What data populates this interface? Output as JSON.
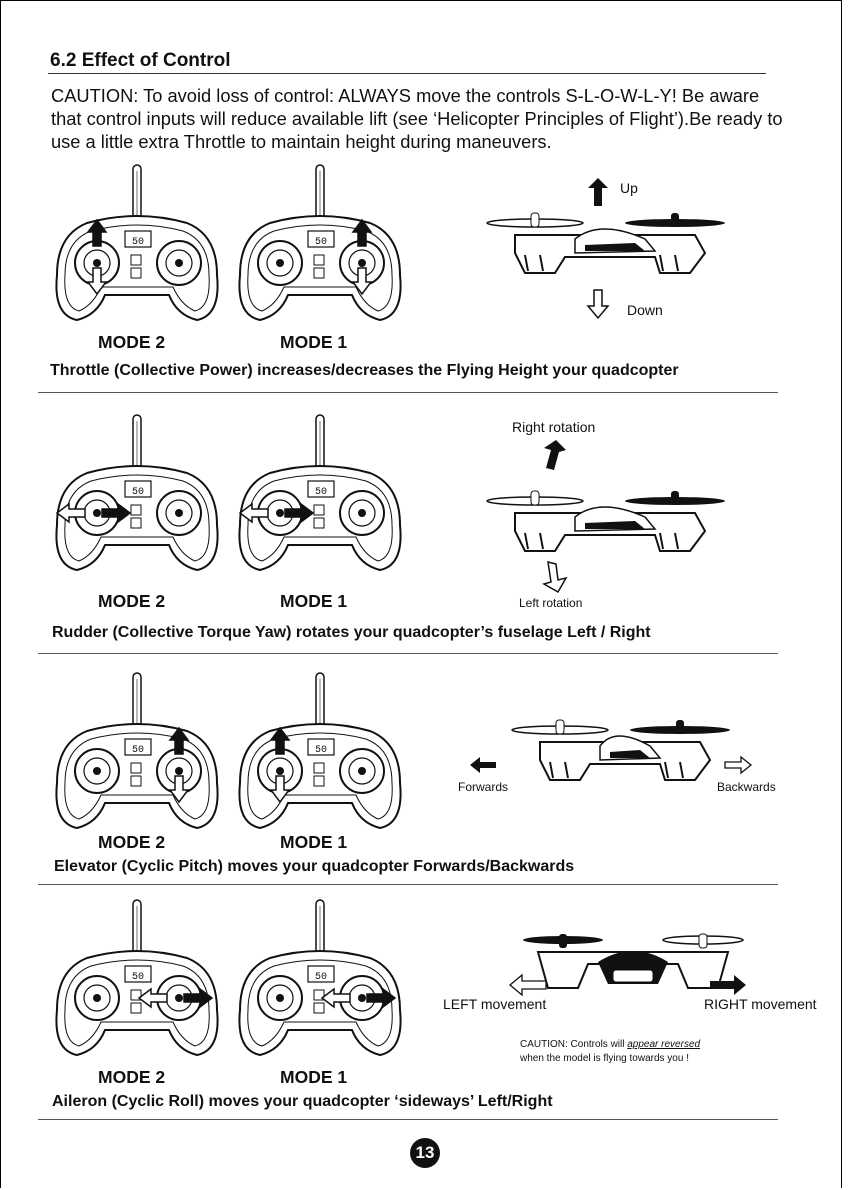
{
  "heading": "6.2 Effect of Control",
  "caution": "CAUTION: To avoid loss of control: ALWAYS move the controls S-L-O-W-L-Y! Be aware that control inputs will reduce available lift (see ‘Helicopter Principles of Flight’).Be ready to use a little extra Throttle to maintain height during maneuvers.",
  "controller_screen_text": "50",
  "sections": [
    {
      "mode_a": "MODE 2",
      "mode_b": "MODE 1",
      "description": "Throttle (Collective Power) increases/decreases the Flying Height your quadcopter",
      "label_1": "Up",
      "label_2": "Down"
    },
    {
      "mode_a": "MODE 2",
      "mode_b": "MODE 1",
      "description": "Rudder (Collective Torque Yaw) rotates your quadcopter’s fuselage Left / Right",
      "label_1": "Right rotation",
      "label_2": "Left rotation"
    },
    {
      "mode_a": "MODE 2",
      "mode_b": "MODE 1",
      "description": "Elevator (Cyclic Pitch) moves your quadcopter Forwards/Backwards",
      "label_1": "Forwards",
      "label_2": "Backwards"
    },
    {
      "mode_a": "MODE 2",
      "mode_b": "MODE 1",
      "description": "Aileron (Cyclic Roll) moves your quadcopter ‘sideways’ Left/Right",
      "label_1": "LEFT movement",
      "label_2": "RIGHT movement",
      "note_prefix": "CAUTION: Controls will ",
      "note_emphasis": "appear reversed",
      "note_line2": "when the model is flying towards you !"
    }
  ],
  "page_number": "13"
}
